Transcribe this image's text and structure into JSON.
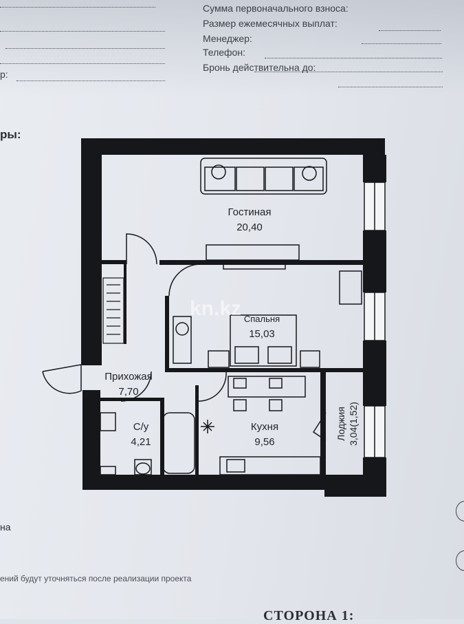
{
  "form": {
    "fields": [
      {
        "label": "Сумма первоначального взноса:"
      },
      {
        "label": "Размер ежемесячных выплат:"
      },
      {
        "label": "Менеджер:"
      },
      {
        "label": "Телефон:"
      },
      {
        "label": "Бронь действительна до:"
      }
    ],
    "left_fragment": "р:"
  },
  "section_heading": "ры:",
  "plan": {
    "rooms": [
      {
        "name": "Гостиная",
        "area": "20,40"
      },
      {
        "name": "Спальня",
        "area": "15,03"
      },
      {
        "name": "Прихожая",
        "area": "7,70"
      },
      {
        "name": "С/у",
        "area": "4,21"
      },
      {
        "name": "Кухня",
        "area": "9,56"
      },
      {
        "name": "Лоджия",
        "area": "3,04(1,52)"
      }
    ]
  },
  "watermark": "kn.kz",
  "bottom_left_fragment": "на",
  "footnote": "ений будут уточняться после реализации проекта",
  "side_heading": "СТОРОНА 1:"
}
